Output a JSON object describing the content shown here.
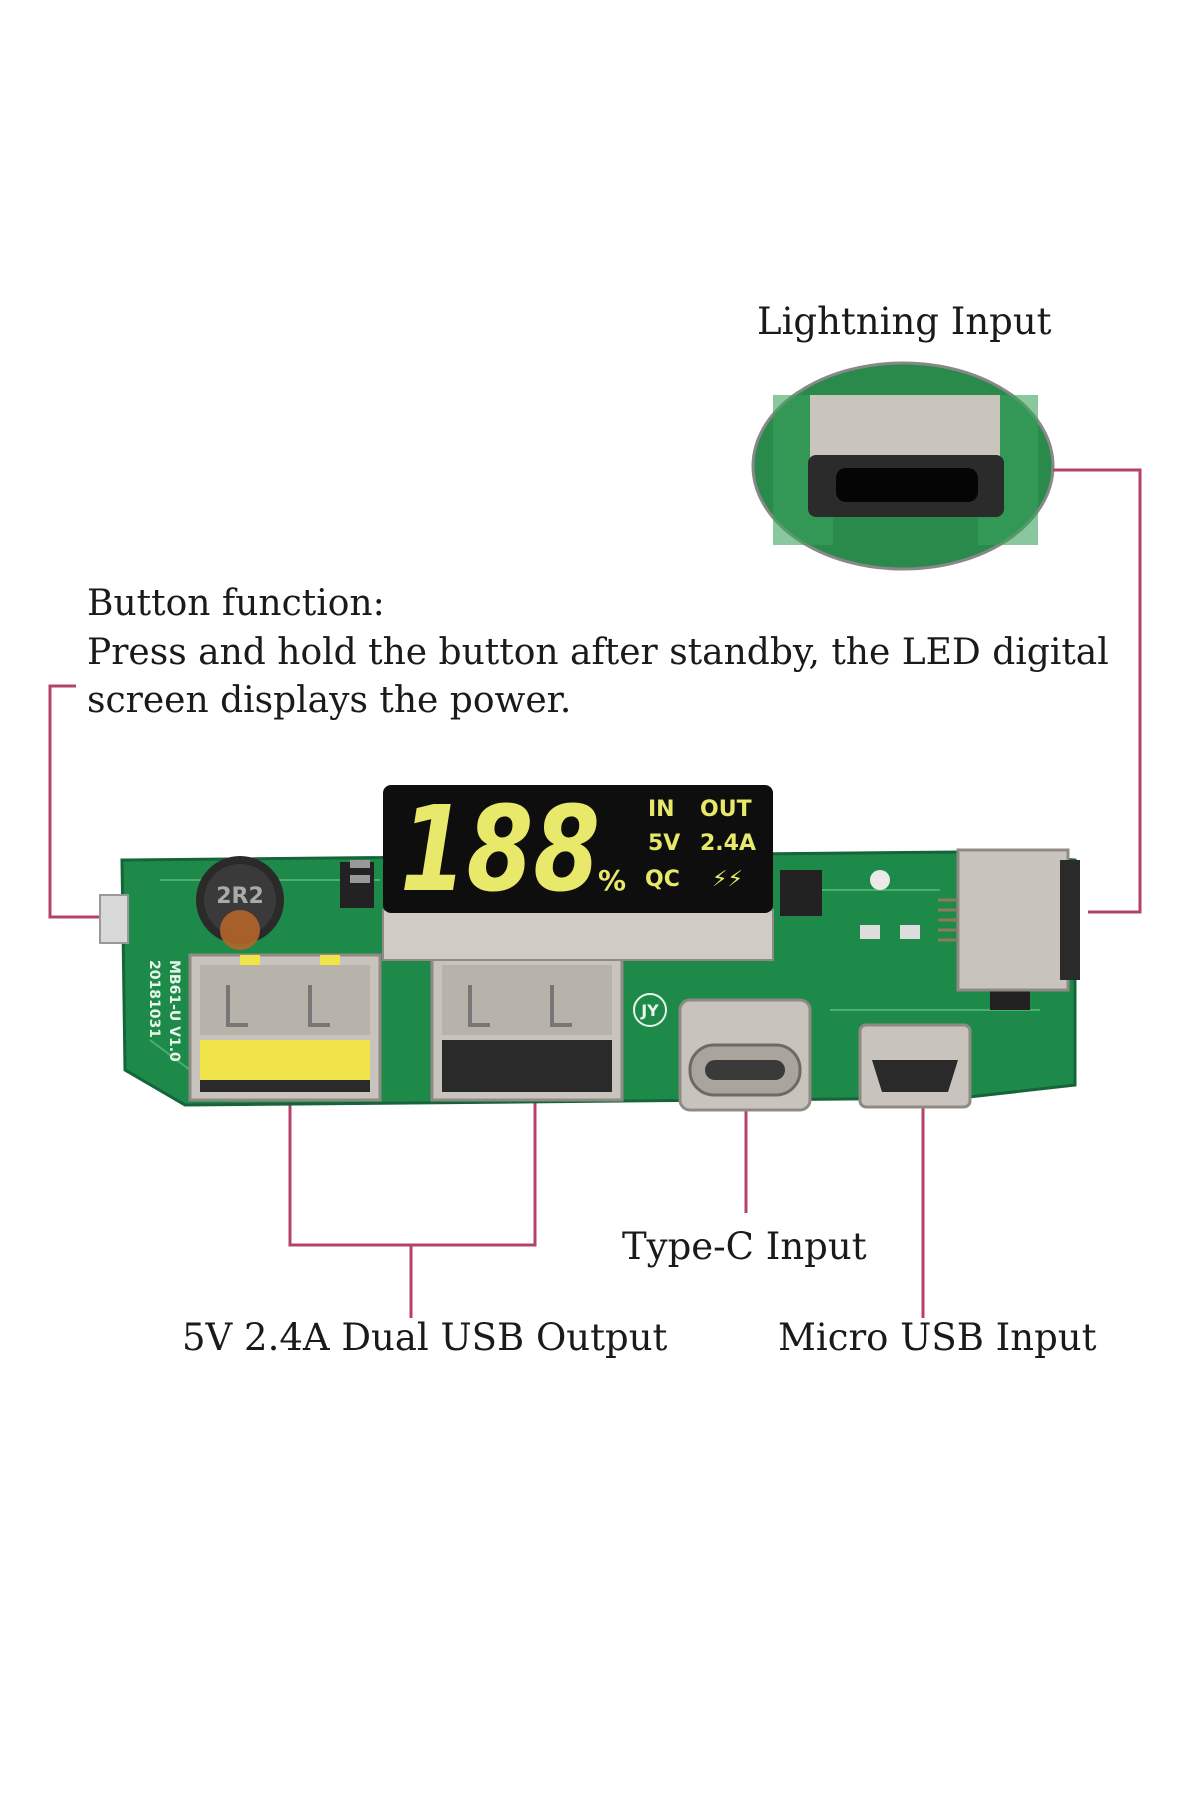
{
  "labels": {
    "lightning_input": "Lightning Input",
    "button_function_title": "Button function:",
    "button_function_line1": "Press and hold the button after standby, the LED digital",
    "button_function_line2": "screen displays the power.",
    "type_c_input": "Type-C Input",
    "dual_usb_output": "5V 2.4A Dual USB Output",
    "micro_usb_input": "Micro USB Input"
  },
  "led_display": {
    "digits": "188",
    "percent": "%",
    "in_label": "IN",
    "out_label": "OUT",
    "in_value": "5V",
    "out_value": "2.4A",
    "qc_label": "QC",
    "bolt_glyph": "⚡⚡"
  },
  "board_markings": {
    "inductor": "2R2",
    "board_id": "MB61-U V1.0",
    "date": "20181031",
    "logo": "JY"
  },
  "colors": {
    "callout_line": "#b5426a",
    "pcb_green": "#1e8a4a",
    "led_yellow": "#e8e86a",
    "led_bg": "#0e0e0e"
  }
}
